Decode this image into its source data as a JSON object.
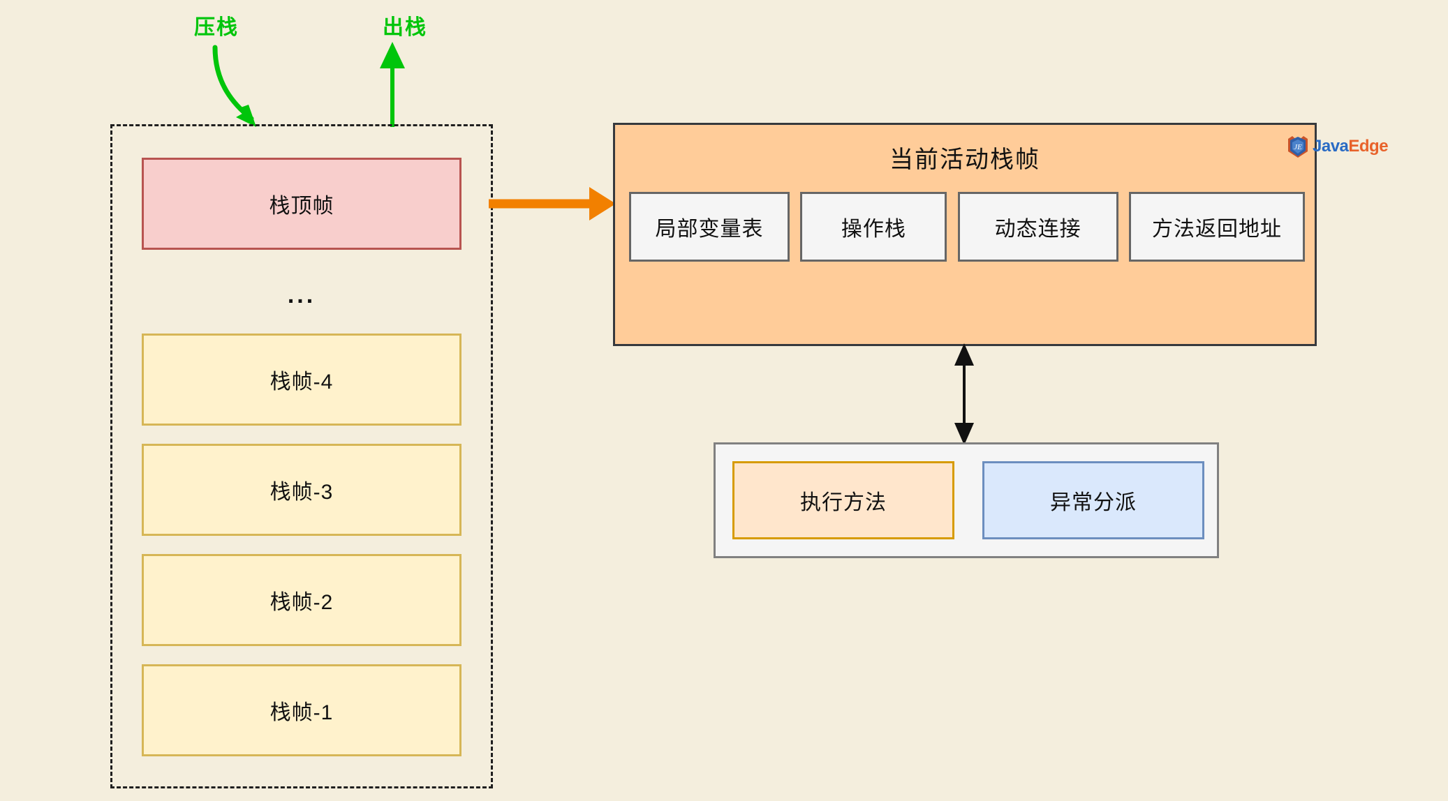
{
  "diagram": {
    "background_color": "#f4eedd",
    "annotations": {
      "push_label": "压栈",
      "pop_label": "出栈",
      "annotation_color": "#00c50b"
    },
    "stack": {
      "container_style": "dashed",
      "ellipsis": "...",
      "frames": [
        {
          "label": "栈顶帧",
          "fill": "#f8cecc",
          "stroke": "#b85450"
        },
        {
          "label": "栈帧-4",
          "fill": "#fff2cc",
          "stroke": "#d6b656"
        },
        {
          "label": "栈帧-3",
          "fill": "#fff2cc",
          "stroke": "#d6b656"
        },
        {
          "label": "栈帧-2",
          "fill": "#fff2cc",
          "stroke": "#d6b656"
        },
        {
          "label": "栈帧-1",
          "fill": "#fff2cc",
          "stroke": "#d6b656"
        }
      ]
    },
    "active_frame": {
      "title": "当前活动栈帧",
      "fill": "#ffcc99",
      "stroke": "#36393d",
      "components": [
        {
          "label": "局部变量表"
        },
        {
          "label": "操作栈"
        },
        {
          "label": "动态连接"
        },
        {
          "label": "方法返回地址"
        }
      ]
    },
    "bottom_panel": {
      "fill": "#f5f5f5",
      "stroke": "#808080",
      "boxes": [
        {
          "label": "执行方法",
          "fill": "#ffe6cc",
          "stroke": "#d79b00"
        },
        {
          "label": "异常分派",
          "fill": "#dae8fc",
          "stroke": "#6c8ebf"
        }
      ]
    },
    "connector_arrow_color": "#f28000",
    "watermark": {
      "brand_first": "Java",
      "brand_second": "Edge",
      "first_color": "#2a6bc4",
      "second_color": "#e8622a"
    }
  }
}
